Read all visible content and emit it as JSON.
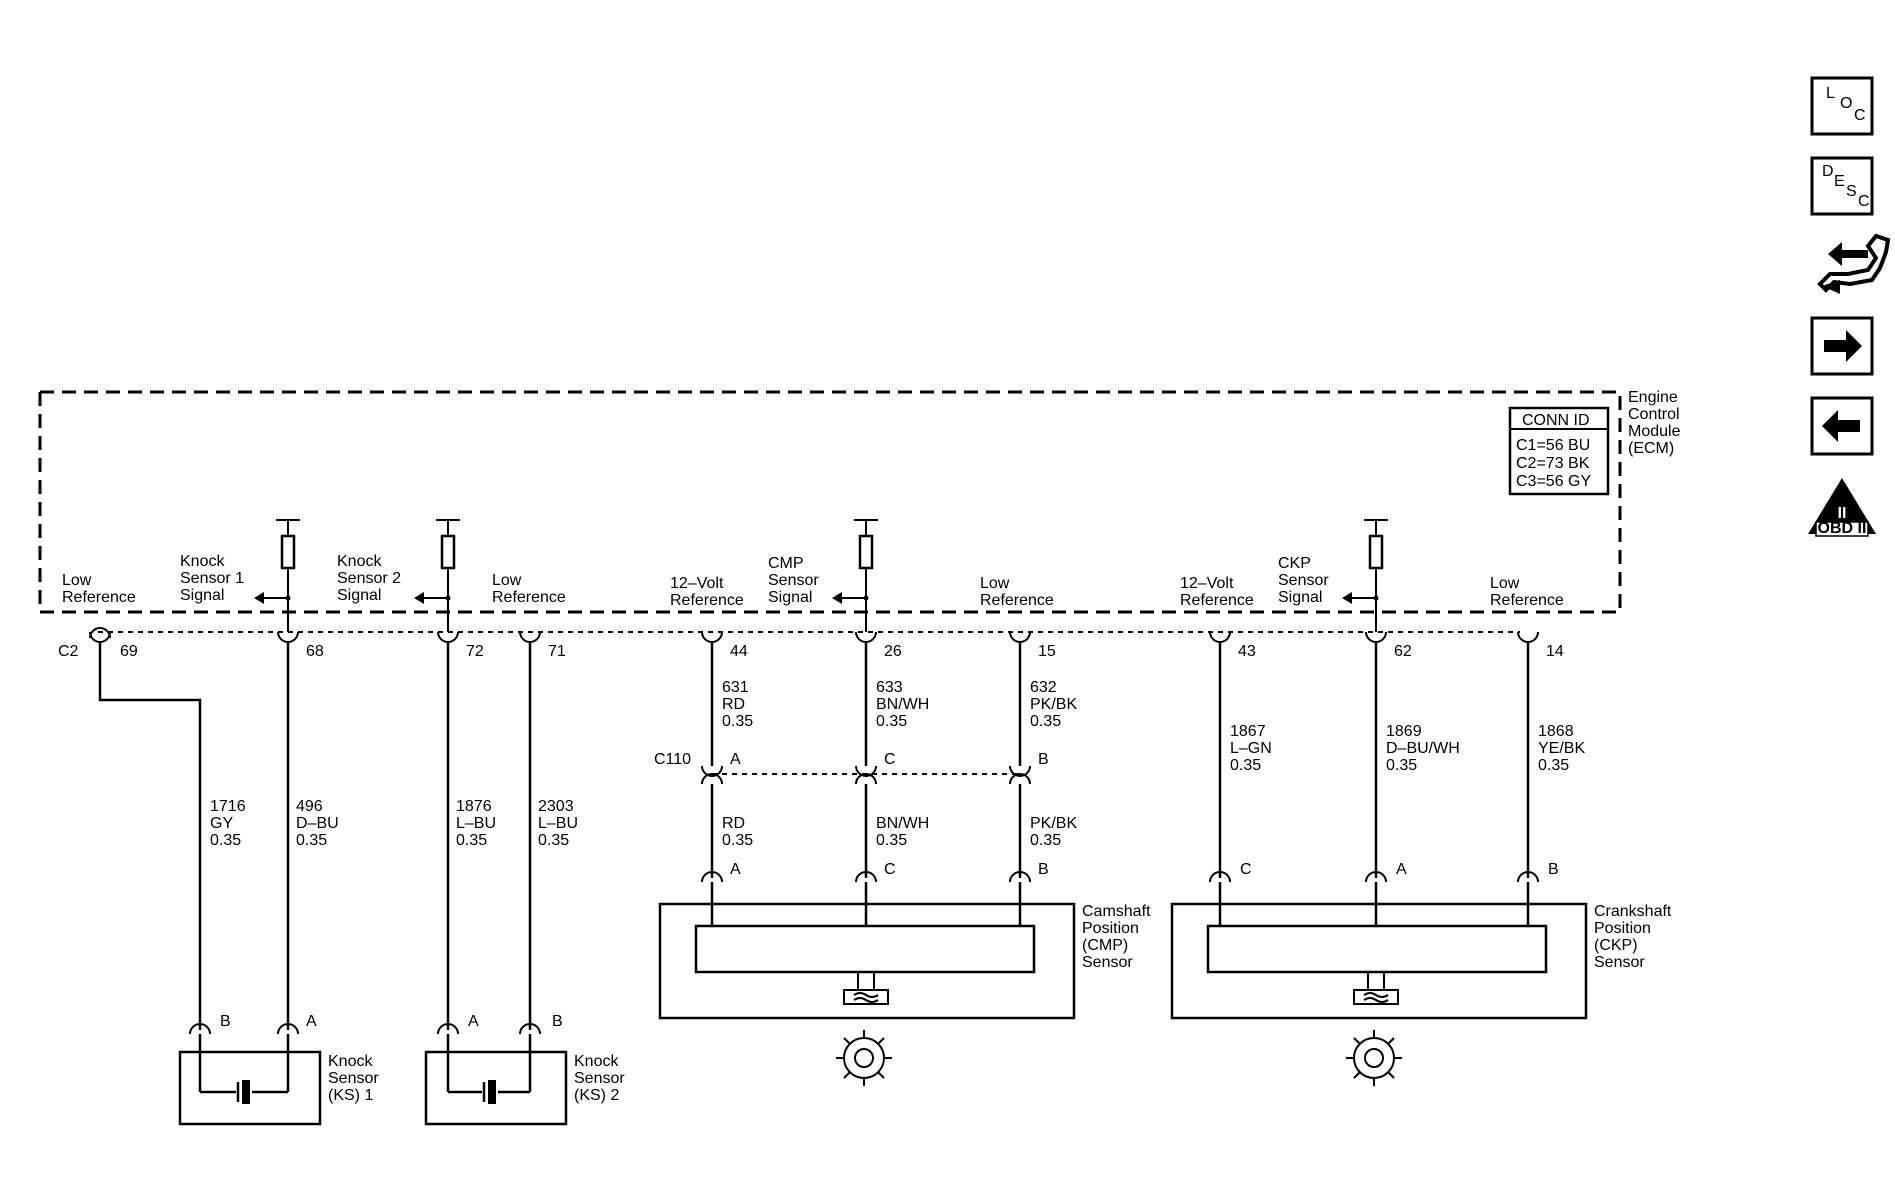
{
  "ecm": {
    "label": [
      "Engine",
      "Control",
      "Module",
      "(ECM)"
    ],
    "conn_title": "CONN ID",
    "conn_ids": [
      "C1=56 BU",
      "C2=73 BK",
      "C3=56 GY"
    ],
    "connector": "C2"
  },
  "pins": [
    {
      "num": "69",
      "func": [
        "Low",
        "Reference"
      ]
    },
    {
      "num": "68",
      "func": [
        "Knock",
        "Sensor 1",
        "Signal"
      ]
    },
    {
      "num": "72",
      "func": [
        "Knock",
        "Sensor 2",
        "Signal"
      ]
    },
    {
      "num": "71",
      "func": [
        "Low",
        "Reference"
      ]
    },
    {
      "num": "44",
      "func": [
        "12–Volt",
        "Reference"
      ]
    },
    {
      "num": "26",
      "func": [
        "CMP",
        "Sensor",
        "Signal"
      ]
    },
    {
      "num": "15",
      "func": [
        "Low",
        "Reference"
      ]
    },
    {
      "num": "43",
      "func": [
        "12–Volt",
        "Reference"
      ]
    },
    {
      "num": "62",
      "func": [
        "CKP",
        "Sensor",
        "Signal"
      ]
    },
    {
      "num": "14",
      "func": [
        "Low",
        "Reference"
      ]
    }
  ],
  "wires": [
    [
      "1716",
      "GY",
      "0.35"
    ],
    [
      "496",
      "D–BU",
      "0.35"
    ],
    [
      "1876",
      "L–BU",
      "0.35"
    ],
    [
      "2303",
      "L–BU",
      "0.35"
    ],
    [
      "631",
      "RD",
      "0.35"
    ],
    [
      "633",
      "BN/WH",
      "0.35"
    ],
    [
      "632",
      "PK/BK",
      "0.35"
    ],
    [
      "1867",
      "L–GN",
      "0.35"
    ],
    [
      "1869",
      "D–BU/WH",
      "0.35"
    ],
    [
      "1868",
      "YE/BK",
      "0.35"
    ]
  ],
  "inline": {
    "name": "C110",
    "pins": [
      "A",
      "C",
      "B"
    ],
    "wires": [
      [
        "RD",
        "0.35"
      ],
      [
        "BN/WH",
        "0.35"
      ],
      [
        "PK/BK",
        "0.35"
      ]
    ]
  },
  "cmp": {
    "name": [
      "Camshaft",
      "Position",
      "(CMP)",
      "Sensor"
    ],
    "pins": [
      "A",
      "C",
      "B"
    ]
  },
  "ckp": {
    "name": [
      "Crankshaft",
      "Position",
      "(CKP)",
      "Sensor"
    ],
    "pins": [
      "C",
      "A",
      "B"
    ]
  },
  "ks1": {
    "name": [
      "Knock",
      "Sensor",
      "(KS) 1"
    ],
    "pins": [
      "B",
      "A"
    ]
  },
  "ks2": {
    "name": [
      "Knock",
      "Sensor",
      "(KS) 2"
    ],
    "pins": [
      "A",
      "B"
    ]
  },
  "nav": {
    "loc": [
      "L",
      "O",
      "C"
    ],
    "desc": [
      "D",
      "E",
      "S",
      "C"
    ],
    "obd": "OBD II",
    "obd_roman": "II"
  }
}
